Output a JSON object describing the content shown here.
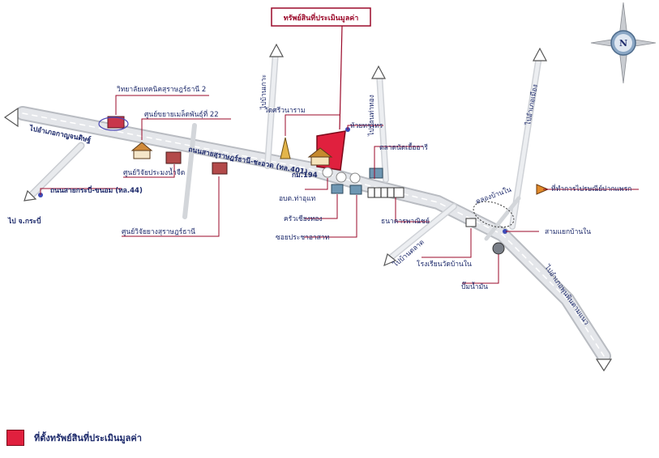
{
  "title_box": "ทรัพย์สินที่ประเมินมูลค่า",
  "labels": {
    "hwy44": "ถนนสายกระบี่-ขนอม (ทล.44)",
    "hwy401": "ถนนสายสุราษฎร์ธานี-ชะอวด (ทล.401)",
    "to_kanjanadit": "ไปอำเภอกาญจนดิษฐ์",
    "to_krabi": "ไป จ.กระบี่",
    "to_north_a": "ไปบ้านเกาะ",
    "to_north_b": "ไปบ้านท่าทอง",
    "to_north_c": "ไปอำเภอเมือง",
    "to_south_a": "ไปบ้านตลาด",
    "to_south_b": "ไปอำเภอพุนพินตามแนว",
    "college": "วิทยาลัยเทคนิคสุราษฎร์ธานี 2",
    "seed_center": "ศูนย์ขยายเมล็ดพันธุ์ที่ 22",
    "fisheries": "ศูนย์วิจัยประมงน้ำจืด",
    "rubber": "ศูนย์วิจัยยางสุราษฎร์ธานี",
    "temple": "วัดศรีวนาราม",
    "huai": "ห้วยทาไทร",
    "km": "กม.194",
    "tambon": "อบต.ท่าอุแท",
    "restaurant": "ครัวเชียงทอง",
    "market": "ตลาดนัดเอื้ออารี",
    "bank": "ธนาคารพาณิชย์",
    "soi": "ซอยประชาอาสาท",
    "khlong": "คลองบ้านใน",
    "post": "ที่ทำการไปรษณีย์ปากแพรก",
    "junction": "สามแยกบ้านใน",
    "school": "โรงเรียนวัดบ้านใน",
    "gas": "ปั๊มน้ำมัน"
  },
  "compass_letter": "N",
  "legend_text": "ที่ตั้งทรัพย์สินที่ประเมินมูลค่า",
  "colors": {
    "property": "#e0203e",
    "road": "#dadde2",
    "label": "#1d2a6b",
    "accent": "#9b0a2a"
  }
}
